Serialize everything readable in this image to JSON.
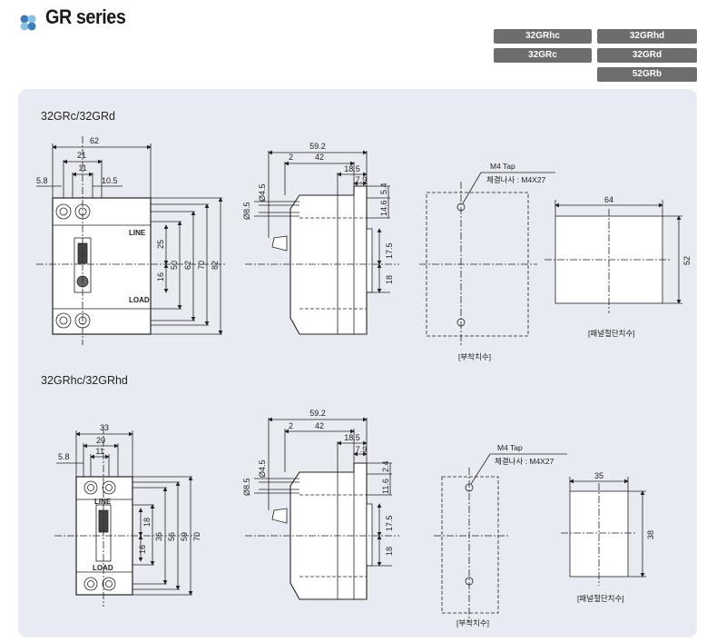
{
  "header": {
    "icon": "four-petal-logo-icon",
    "title": "GR series"
  },
  "badges": [
    "32GRhc",
    "32GRhd",
    "32GRc",
    "32GRd",
    "52GRb"
  ],
  "colors": {
    "badge_bg": "#6d6d6d",
    "panel_bg": "#e8ebf1"
  },
  "section1": {
    "title": "32GRc/32GRd",
    "front": {
      "dims": {
        "width": "62",
        "a": "21",
        "b": "11",
        "c": "5.8",
        "d": "10.5",
        "h1": "25",
        "h2": "16",
        "h3": "50",
        "h4": "62",
        "h5": "70",
        "h6": "82"
      },
      "line_label": "LINE",
      "load_label": "LOAD"
    },
    "side": {
      "dims": {
        "w": "59.2",
        "a": "2",
        "b": "42",
        "c": "18.5",
        "d": "7.9",
        "e": "5.4",
        "f": "14.6",
        "g": "17.5",
        "h": "18",
        "dia1": "Ø8.5",
        "dia2": "Ø4.5"
      }
    },
    "mount": {
      "tap": "M4 Tap",
      "screw": "체결나사 : M4X27",
      "caption": "[부착치수]"
    },
    "cutout": {
      "w": "64",
      "h": "52",
      "caption": "[패널절단치수]"
    }
  },
  "section2": {
    "title": "32GRhc/32GRhd",
    "front": {
      "dims": {
        "width": "33",
        "a": "20",
        "b": "11",
        "c": "5.8",
        "h1": "18",
        "h2": "16",
        "h3": "36",
        "h4": "56",
        "h5": "59",
        "h6": "70"
      },
      "line_label": "LINE",
      "load_label": "LOAD"
    },
    "side": {
      "dims": {
        "w": "59.2",
        "a": "2",
        "b": "42",
        "c": "18.5",
        "d": "7.9",
        "e": "2.4",
        "f": "11.6",
        "g": "17.5",
        "h": "18",
        "dia1": "Ø8.5",
        "dia2": "Ø4.5"
      }
    },
    "mount": {
      "tap": "M4 Tap",
      "screw": "체결나사 : M4X27",
      "caption": "[부착치수]"
    },
    "cutout": {
      "w": "35",
      "h": "38",
      "caption": "[패널절단치수]"
    }
  }
}
